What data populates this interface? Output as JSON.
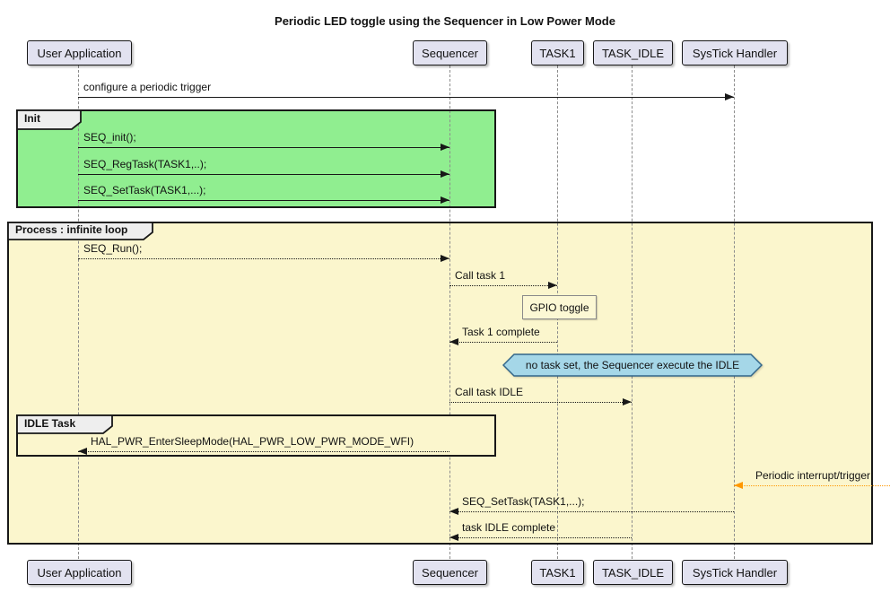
{
  "diagram": {
    "kind": "uml-sequence-diagram",
    "title": "Periodic LED toggle using the Sequencer in Low Power Mode"
  },
  "participants": [
    {
      "label": "User Application"
    },
    {
      "label": "Sequencer"
    },
    {
      "label": "TASK1"
    },
    {
      "label": "TASK_IDLE"
    },
    {
      "label": "SysTick Handler"
    }
  ],
  "groups": [
    {
      "label": "Init",
      "fill": "#90EE90"
    },
    {
      "label": "Process : infinite loop",
      "fill": "#FBF6CD"
    },
    {
      "label": "IDLE Task",
      "fill": "#FBF6CD"
    }
  ],
  "notes": [
    {
      "text": "GPIO toggle",
      "on": "TASK1",
      "shape": "rectangle",
      "fill": "#FCF8D4"
    },
    {
      "text": "no task set, the Sequencer execute the IDLE",
      "shape": "hexagon",
      "fill": "#A5D7E8"
    }
  ],
  "messages": [
    {
      "label": "configure a periodic trigger",
      "from": "User Application",
      "to": "SysTick Handler",
      "line": "solid",
      "color": "#181818"
    },
    {
      "label": "SEQ_init();",
      "from": "User Application",
      "to": "Sequencer",
      "line": "solid",
      "color": "#181818"
    },
    {
      "label": "SEQ_RegTask(TASK1,..);",
      "from": "User Application",
      "to": "Sequencer",
      "line": "solid",
      "color": "#181818"
    },
    {
      "label": "SEQ_SetTask(TASK1,...);",
      "from": "User Application",
      "to": "Sequencer",
      "line": "solid",
      "color": "#181818"
    },
    {
      "label": "SEQ_Run();",
      "from": "User Application",
      "to": "Sequencer",
      "line": "dotted",
      "color": "#181818"
    },
    {
      "label": "Call task 1",
      "from": "Sequencer",
      "to": "TASK1",
      "line": "dotted",
      "color": "#181818"
    },
    {
      "label": "Task 1 complete",
      "from": "TASK1",
      "to": "Sequencer",
      "line": "dotted",
      "color": "#181818"
    },
    {
      "label": "Call task IDLE",
      "from": "Sequencer",
      "to": "TASK_IDLE",
      "line": "dotted",
      "color": "#181818"
    },
    {
      "label": "HAL_PWR_EnterSleepMode(HAL_PWR_LOW_PWR_MODE_WFI)",
      "from": "Sequencer",
      "to": "User Application",
      "line": "dotted",
      "color": "#181818"
    },
    {
      "label": "Periodic interrupt/trigger",
      "from": "external-right-edge",
      "to": "SysTick Handler",
      "line": "dotted",
      "color": "#FF9800"
    },
    {
      "label": "SEQ_SetTask(TASK1,...);",
      "from": "SysTick Handler",
      "to": "Sequencer",
      "line": "dotted",
      "color": "#181818"
    },
    {
      "label": "task IDLE complete",
      "from": "TASK_IDLE",
      "to": "Sequencer",
      "line": "dotted",
      "color": "#181818"
    }
  ],
  "colors": {
    "participant_fill": "#E2E2F0",
    "participant_border": "#181818",
    "lifeline": "#8C8C8C",
    "arrow": "#181818",
    "interrupt_arrow": "#FF9800",
    "group_label_fill": "#EEEEEE",
    "init_fill": "#90EE90",
    "process_fill": "#FBF6CD",
    "note_fill": "#FCF8D4",
    "hexnote_fill": "#A5D7E8",
    "hexnote_border": "#33678A"
  }
}
